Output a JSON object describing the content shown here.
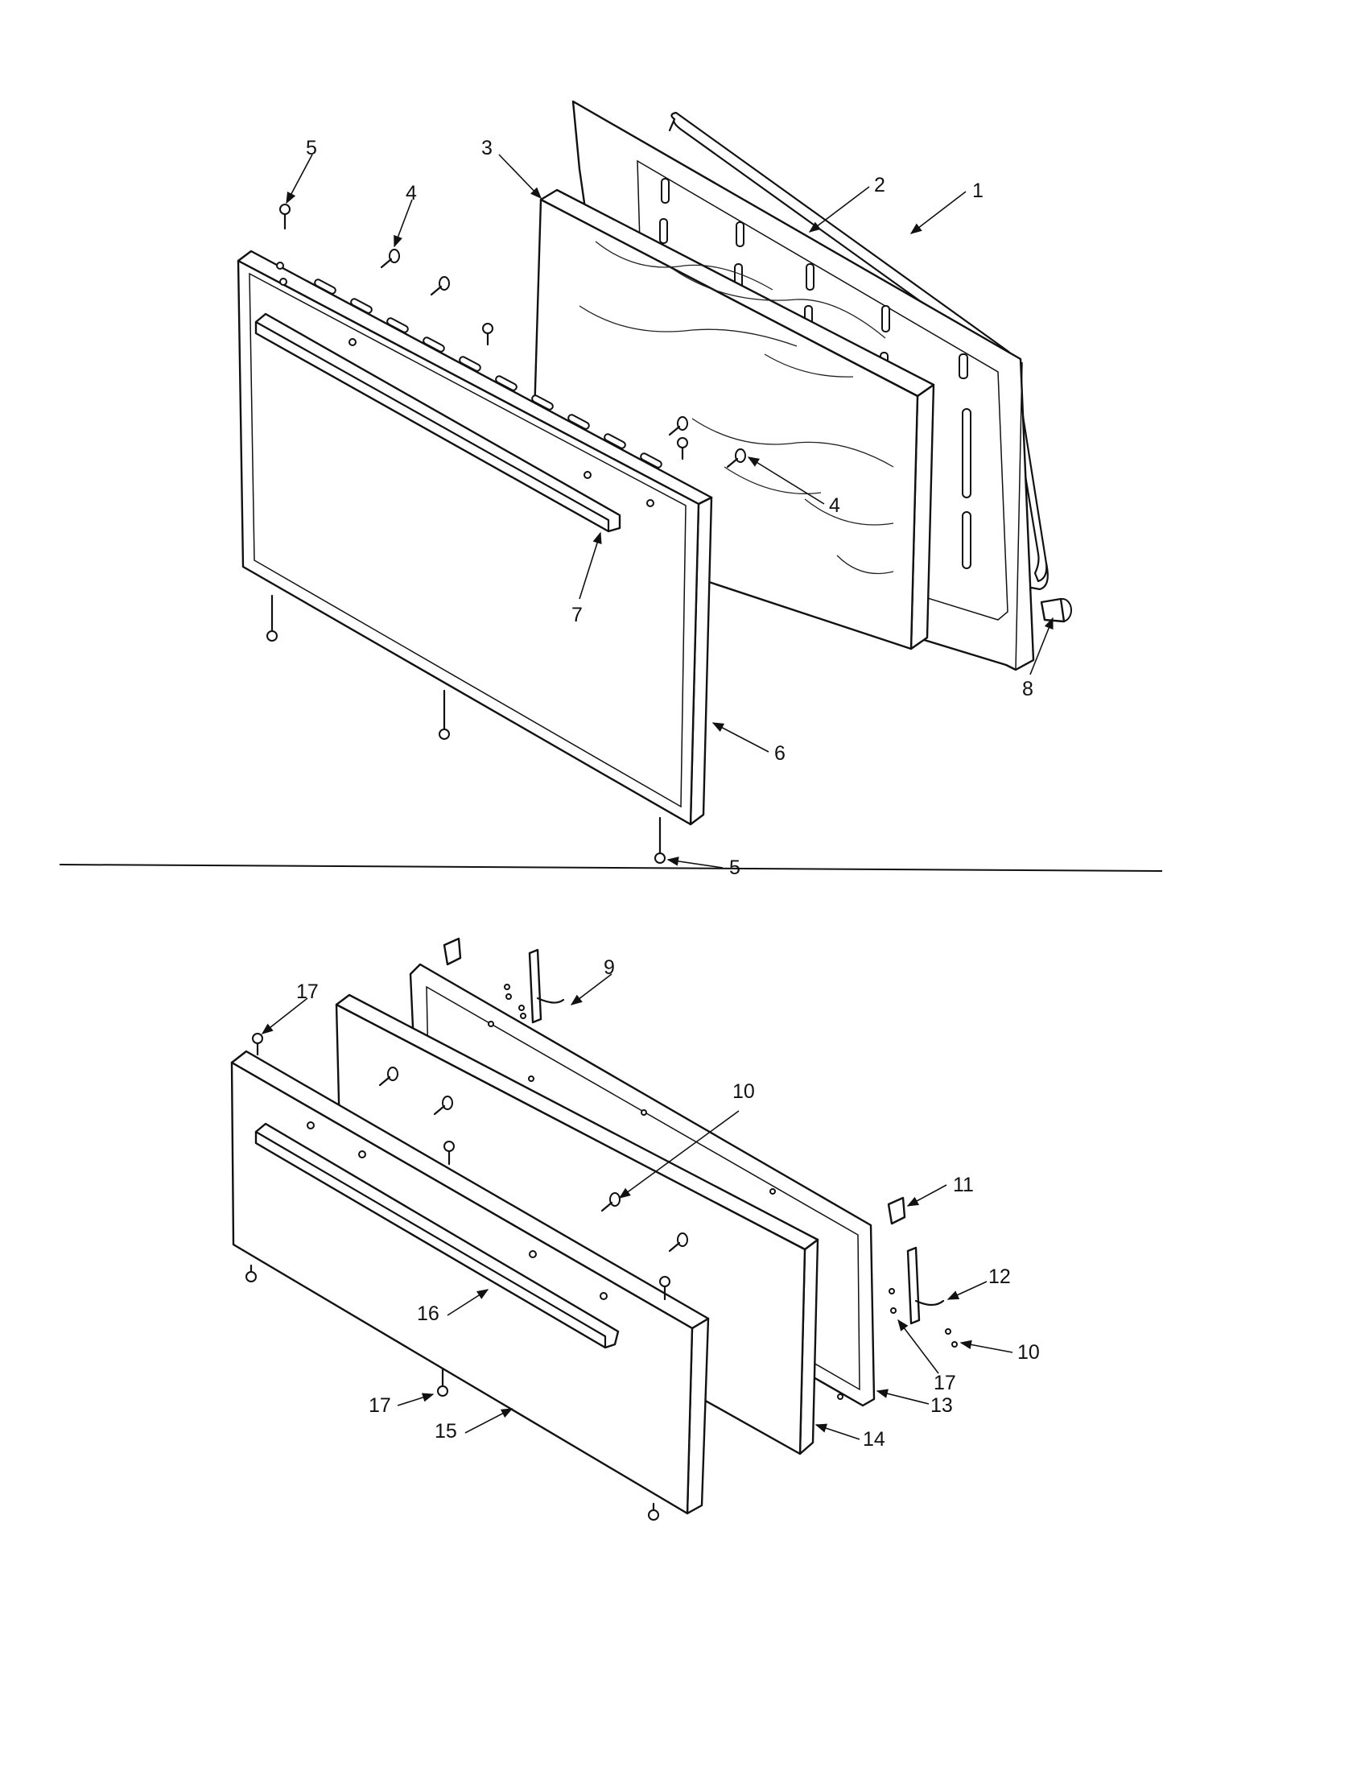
{
  "callouts": {
    "c1": "1",
    "c2": "2",
    "c3": "3",
    "c4a": "4",
    "c4b": "4",
    "c5a": "5",
    "c5b": "5",
    "c6": "6",
    "c7": "7",
    "c8": "8",
    "c9": "9",
    "c10a": "10",
    "c10b": "10",
    "c11": "11",
    "c12": "12",
    "c13": "13",
    "c14": "14",
    "c15": "15",
    "c16": "16",
    "c17a": "17",
    "c17b": "17",
    "c17c": "17"
  },
  "icons": {
    "screw": "screw-icon",
    "arrow": "leader-arrow-icon"
  }
}
